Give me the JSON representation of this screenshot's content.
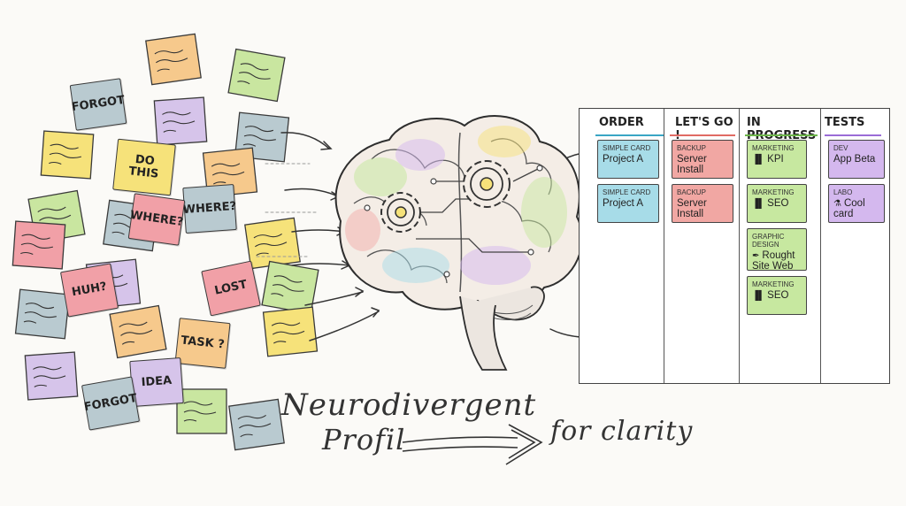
{
  "notes": [
    {
      "label": "FORGOT",
      "color": "#b9cad0"
    },
    {
      "label": "DO THIS",
      "color": "#f6e27a"
    },
    {
      "label": "WHERE?",
      "color": "#b9cad0"
    },
    {
      "label": "WHERE?",
      "color": "#f1a0a7"
    },
    {
      "label": "HUH?",
      "color": "#f1a0a7"
    },
    {
      "label": "LOST",
      "color": "#f1a0a7"
    },
    {
      "label": "TASK ?",
      "color": "#f6c98c"
    },
    {
      "label": "IDEA",
      "color": "#d6c4ea"
    },
    {
      "label": "FORGOT",
      "color": "#b9cad0"
    }
  ],
  "scribble_colors": [
    "#f6c98c",
    "#c9e6a0",
    "#d6c4ea",
    "#b9cad0",
    "#f6e27a",
    "#f6c98c",
    "#c9e6a0",
    "#b9cad0",
    "#f1a0a7",
    "#d6c4ea",
    "#f6e27a",
    "#c9e6a0",
    "#b9cad0",
    "#f6c98c",
    "#d6c4ea",
    "#f6e27a",
    "#c9e6a0",
    "#b9cad0"
  ],
  "colors": {
    "order": "#a7dce8",
    "letsgo": "#f1a7a3",
    "progress": "#c7e8a0",
    "tests": "#d4b8ee"
  },
  "board": {
    "columns": [
      {
        "title": "ORDER",
        "cards": [
          {
            "tag": "SIMPLE CARD",
            "title": "Project A"
          },
          {
            "tag": "SIMPLE CARD",
            "title": "Project A"
          }
        ]
      },
      {
        "title": "LET'S GO !",
        "cards": [
          {
            "tag": "BACKUP",
            "title": "Server Install"
          },
          {
            "tag": "BACKUP",
            "title": "Server Install"
          }
        ]
      },
      {
        "title": "IN PROGRESS",
        "cards": [
          {
            "tag": "MARKETING",
            "title": "KPI",
            "icon": "bar-chart-icon"
          },
          {
            "tag": "MARKETING",
            "title": "SEO",
            "icon": "bar-chart-icon"
          },
          {
            "tag": "GRAPHIC DESIGN",
            "title": "Rought Site Web",
            "icon": "pen-nib-icon"
          },
          {
            "tag": "MARKETING",
            "title": "SEO",
            "icon": "bar-chart-icon"
          }
        ]
      },
      {
        "title": "TESTS",
        "cards": [
          {
            "tag": "DEV",
            "title": "App Beta"
          },
          {
            "tag": "LABO",
            "title": "Cool card",
            "icon": "flask-icon"
          }
        ]
      }
    ]
  },
  "caption": {
    "line1": "Neurodivergent",
    "line2": "Profil",
    "line3": "for clarity"
  }
}
